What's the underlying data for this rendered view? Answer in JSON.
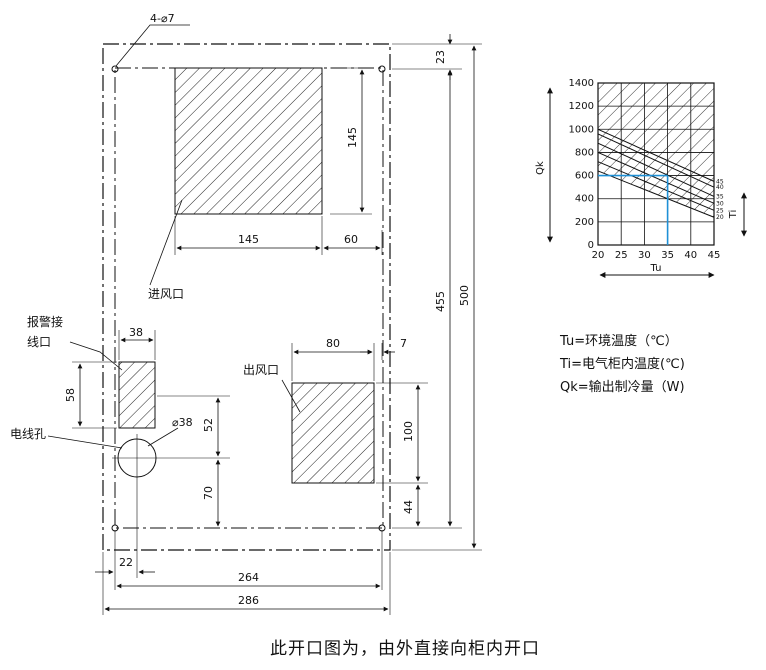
{
  "drawing": {
    "hole_spec": "4-⌀7",
    "cable_hole_dia": "⌀38",
    "dims": {
      "d23": "23",
      "d145v": "145",
      "d145h": "145",
      "d60": "60",
      "d455": "455",
      "d500": "500",
      "d38": "38",
      "d58": "58",
      "d80": "80",
      "d7": "7",
      "d52": "52",
      "d100": "100",
      "d70": "70",
      "d44": "44",
      "d22": "22",
      "d264": "264",
      "d286": "286"
    },
    "labels": {
      "inlet": "进风口",
      "alarm_line1": "报警接",
      "alarm_line2": "线口",
      "outlet": "出风口",
      "cable_hole": "电线孔"
    },
    "caption": "此开口图为，由外直接向柜内开口"
  },
  "legend": {
    "tu": "Tu=环境温度（℃）",
    "ti": "Ti=电气柜内温度(℃)",
    "qk": "Qk=输出制冷量（W)"
  },
  "chart_data": {
    "type": "line",
    "xlabel": "Tu",
    "ylabel": "Qk",
    "side_label": "Ti",
    "x_ticks": [
      "20",
      "25",
      "30",
      "35",
      "40",
      "45"
    ],
    "y_ticks": [
      "0",
      "200",
      "400",
      "600",
      "800",
      "1000",
      "1200",
      "1400"
    ],
    "xlim": [
      20,
      45
    ],
    "ylim": [
      0,
      1400
    ],
    "grid": true,
    "series": [
      {
        "name": "45",
        "x": [
          20,
          45
        ],
        "y": [
          1000,
          550
        ]
      },
      {
        "name": "40",
        "x": [
          20,
          45
        ],
        "y": [
          960,
          500
        ]
      },
      {
        "name": "35",
        "x": [
          20,
          45
        ],
        "y": [
          880,
          420
        ]
      },
      {
        "name": "30",
        "x": [
          20,
          45
        ],
        "y": [
          800,
          360
        ]
      },
      {
        "name": "25",
        "x": [
          20,
          45
        ],
        "y": [
          720,
          300
        ]
      },
      {
        "name": "20",
        "x": [
          20,
          45
        ],
        "y": [
          640,
          240
        ]
      }
    ],
    "highlight": {
      "x": 35,
      "y": 600,
      "color": "#1e90d6"
    }
  }
}
